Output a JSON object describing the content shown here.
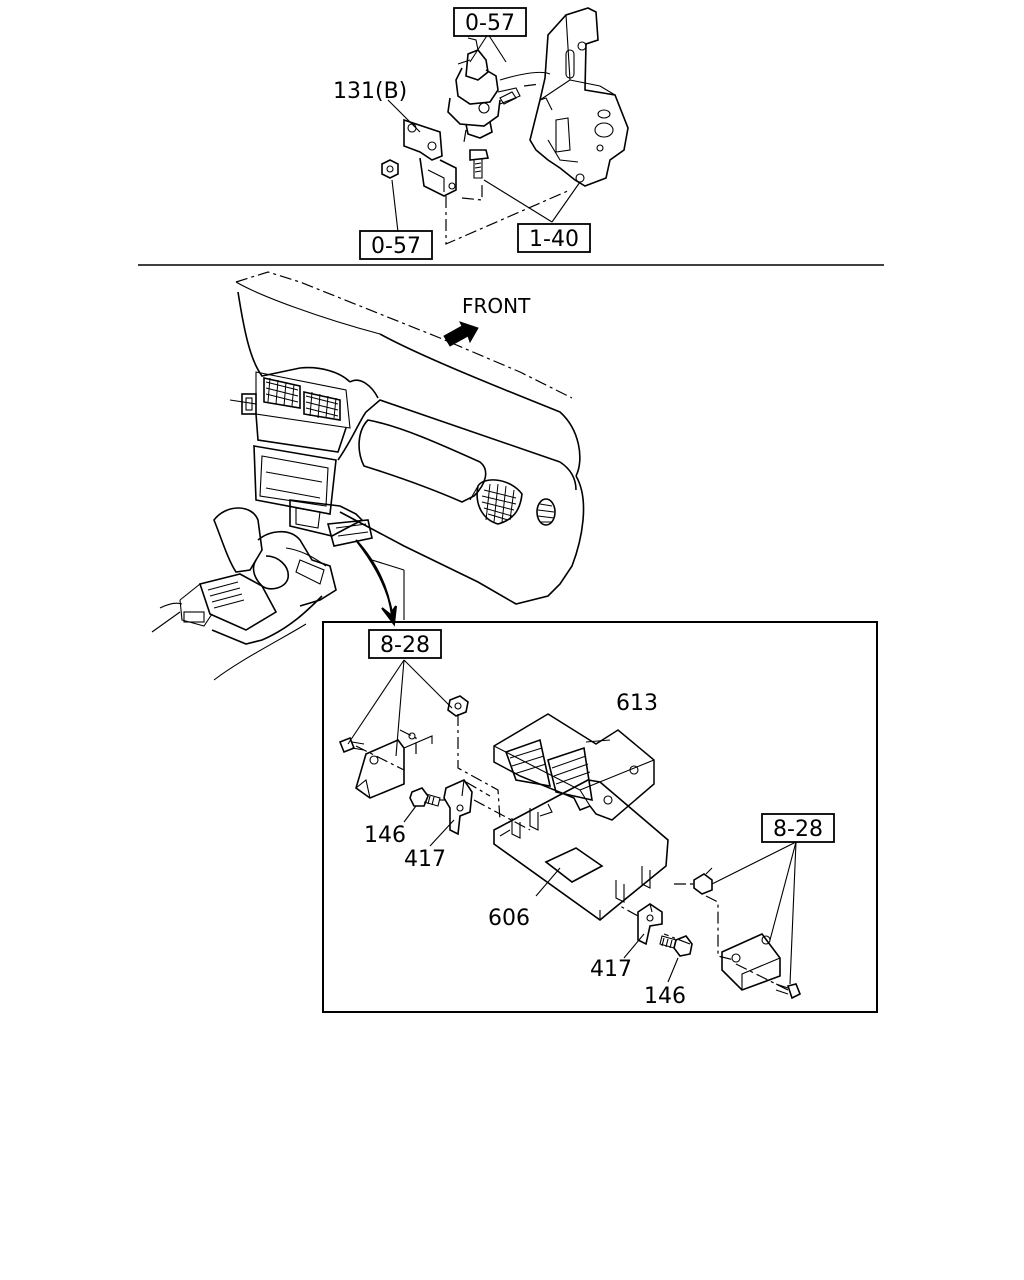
{
  "top_assembly": {
    "ref_box_top": "0-57",
    "label_bracket": "131(B)",
    "ref_box_bottom_left": "0-57",
    "ref_box_bottom_right": "1-40"
  },
  "dashboard_view": {
    "direction_label": "FRONT",
    "arrow_icon": "front-arrow-icon"
  },
  "detail_panel": {
    "ref_box_upper_left": "8-28",
    "ref_box_right": "8-28",
    "part_ecu": "613",
    "part_bolt_left": "146",
    "part_clip_left": "417",
    "part_tray": "606",
    "part_clip_right": "417",
    "part_bolt_right": "146"
  }
}
